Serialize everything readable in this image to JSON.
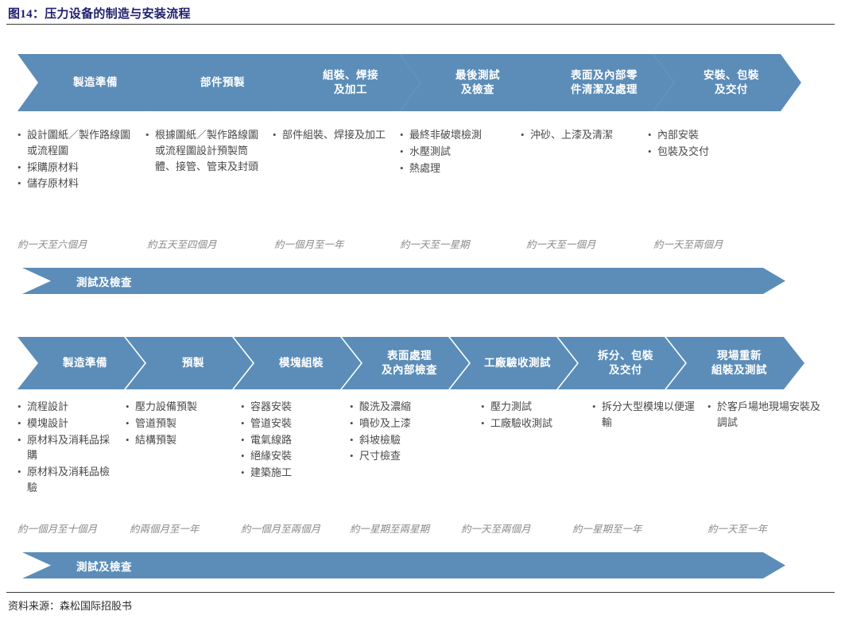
{
  "header": {
    "title": "图14：压力设备的制造与安装流程"
  },
  "footer": {
    "source": "资料来源：森松国际招股书"
  },
  "row1": {
    "steps": [
      {
        "line1": "製造準備",
        "line2": ""
      },
      {
        "line1": "部件預製",
        "line2": ""
      },
      {
        "line1": "組裝、焊接",
        "line2": "及加工"
      },
      {
        "line1": "最後測試",
        "line2": "及檢查"
      },
      {
        "line1": "表面及內部零",
        "line2": "件清潔及處理"
      },
      {
        "line1": "安裝、包裝",
        "line2": "及交付"
      }
    ],
    "bullets": [
      [
        "設計圖紙／製作路線圖或流程圖",
        "採購原材料",
        "儲存原材料"
      ],
      [
        "根據圖紙／製作路線圖或流程圖設計預製筒體、接管、管束及封頭"
      ],
      [
        "部件組裝、焊接及加工"
      ],
      [
        "最終非破壞檢測",
        "水壓測試",
        "熱處理"
      ],
      [
        "沖砂、上漆及清潔"
      ],
      [
        "內部安裝",
        "包裝及交付"
      ]
    ],
    "durations": [
      "約一天至六個月",
      "約五天至四個月",
      "約一個月至一年",
      "約一天至一星期",
      "約一天至一個月",
      "約一天至兩個月"
    ],
    "testing_bar_label": "測試及檢查"
  },
  "row2": {
    "steps": [
      {
        "line1": "製造準備",
        "line2": ""
      },
      {
        "line1": "預製",
        "line2": ""
      },
      {
        "line1": "模塊組裝",
        "line2": ""
      },
      {
        "line1": "表面處理",
        "line2": "及內部檢查"
      },
      {
        "line1": "工廠驗收測試",
        "line2": ""
      },
      {
        "line1": "拆分、包裝",
        "line2": "及交付"
      },
      {
        "line1": "現場重新",
        "line2": "組裝及測試"
      }
    ],
    "bullets": [
      [
        "流程設計",
        "模塊設計",
        "原材料及消耗品採購",
        "原材料及消耗品檢驗"
      ],
      [
        "壓力設備預製",
        "管道預製",
        "結構預製"
      ],
      [
        "容器安裝",
        "管道安裝",
        "電氣線路",
        "絕緣安裝",
        "建築施工"
      ],
      [
        "酸洗及濃縮",
        "噴砂及上漆",
        "斜坡檢驗",
        "尺寸檢查"
      ],
      [
        "壓力測試",
        "工廠驗收測試"
      ],
      [
        "拆分大型模塊以便運輸"
      ],
      [
        "於客戶場地現場安裝及調試"
      ]
    ],
    "durations": [
      "約一個月至十個月",
      "約兩個月至一年",
      "約一個月至兩個月",
      "約一星期至兩星期",
      "約一天至兩個月",
      "約一星期至一年",
      "約一天至一年"
    ],
    "testing_bar_label": "測試及檢查"
  },
  "style": {
    "accent": "#5b8db8",
    "title_color": "#1f1f6e",
    "bullet_char": "•"
  }
}
